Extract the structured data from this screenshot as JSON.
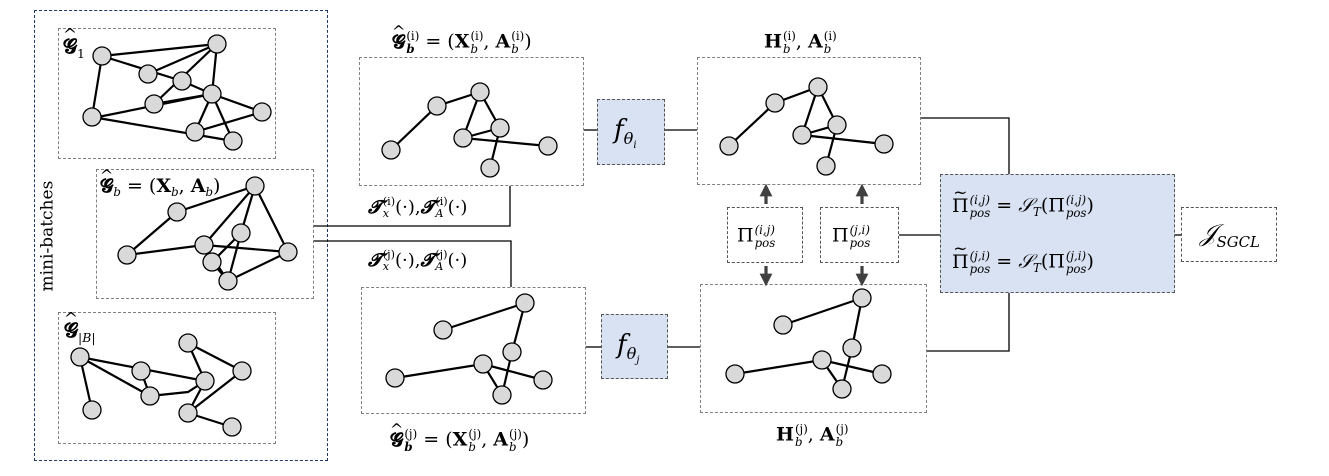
{
  "minibatch_label": "mini-batches",
  "graphs": {
    "g1": {
      "name": "𝓖",
      "sub": "1"
    },
    "gb": {
      "name": "𝓖",
      "sub": "b",
      "eq": "= (",
      "x": "X",
      "x_sub": "b",
      "comma": ", ",
      "a": "A",
      "a_sub": "b",
      "close": ")"
    },
    "gB": {
      "name": "𝓖",
      "sub": "|B|"
    }
  },
  "view_i": {
    "title_graph": "𝓖",
    "title_sub": "b",
    "title_sup": "(i)",
    "eq": "= (",
    "x": "X",
    "a": "A",
    "comma": ", ",
    "close": ")",
    "aug": "𝓣",
    "aug_x": "x",
    "aug_a": "A",
    "arg": "(·)",
    "sep": ","
  },
  "view_j": {
    "title_graph": "𝓖",
    "title_sub": "b",
    "title_sup": "(j)",
    "eq": "= (",
    "x": "X",
    "a": "A",
    "comma": ", ",
    "close": ")",
    "aug": "𝓣",
    "aug_x": "x",
    "aug_a": "A",
    "arg": "(·)",
    "sep": ","
  },
  "encoders": {
    "f": "f",
    "theta": "θ",
    "i": "i",
    "j": "j"
  },
  "embeddings": {
    "h": "H",
    "a": "A",
    "sub": "b",
    "sup_i": "(i)",
    "sup_j": "(j)",
    "comma": ", "
  },
  "pi": {
    "sym": "Π",
    "sub": "pos",
    "sup_ij": "(i,j)",
    "sup_ji": "(j,i)"
  },
  "sinkhorn": {
    "eq": " = ",
    "s": "𝒮",
    "s_sub": "T",
    "open": "(",
    "close": ")"
  },
  "loss": {
    "j": "𝒥",
    "sub": "SGCL"
  },
  "colors": {
    "node_fill": "#d9d9d9",
    "encoder_fill": "#d9e2f3",
    "frame": "#1f3864",
    "arrow": "#404040"
  }
}
